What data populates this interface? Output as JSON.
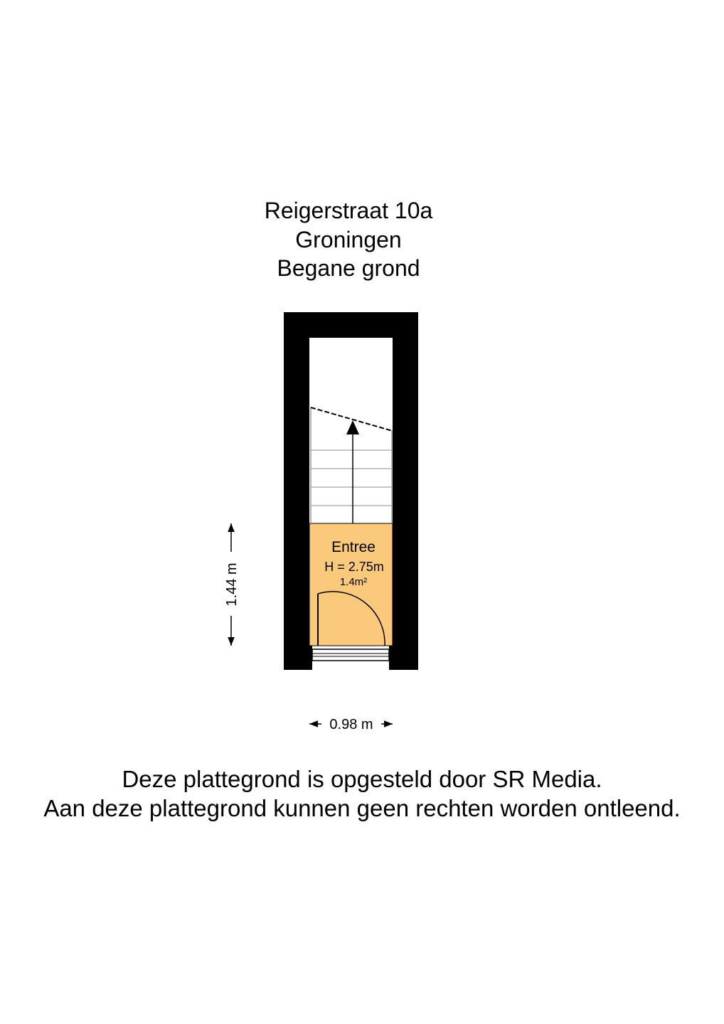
{
  "header": {
    "address": "Reigerstraat 10a",
    "city": "Groningen",
    "floor": "Begane grond"
  },
  "room": {
    "name": "Entree",
    "height": "H = 2.75m",
    "area": "1.4m²",
    "fill_color": "#fbc97c"
  },
  "dimensions": {
    "vertical": "1.44 m",
    "horizontal": "0.98 m"
  },
  "disclaimer": {
    "line1": "Deze plattegrond is opgesteld door SR Media.",
    "line2": "Aan deze plattegrond kunnen geen rechten worden ontleend."
  },
  "colors": {
    "wall": "#000000",
    "stair_lines": "#b4b4b4"
  }
}
